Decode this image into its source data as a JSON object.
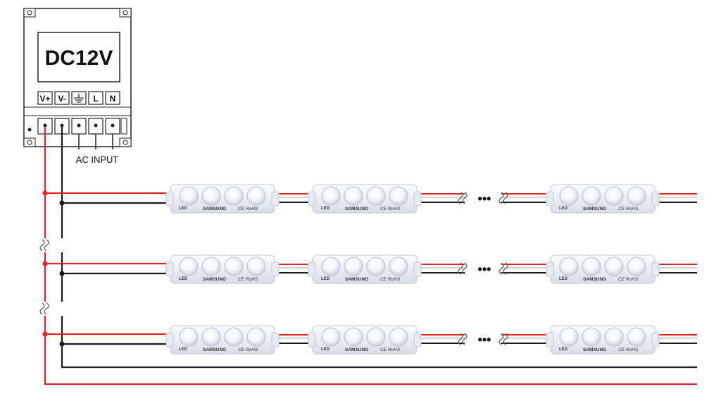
{
  "psu": {
    "voltage_label": "DC12V",
    "terminals": [
      "V+",
      "V-",
      "⏚",
      "L",
      "N"
    ],
    "ac_label": "AC INPUT"
  },
  "module": {
    "brand": "SAMSUNG",
    "marks": "CE RoHS",
    "logo": "LED"
  },
  "rows": [
    {
      "modules": 3,
      "ellipsis": "•••"
    },
    {
      "modules": 3,
      "ellipsis": "•••"
    },
    {
      "modules": 3,
      "ellipsis": "•••"
    }
  ],
  "colors": {
    "positive_wire": "#e3262a",
    "negative_wire": "#1a1a1a",
    "module_body": "#eef1f5",
    "outline": "#222222"
  }
}
